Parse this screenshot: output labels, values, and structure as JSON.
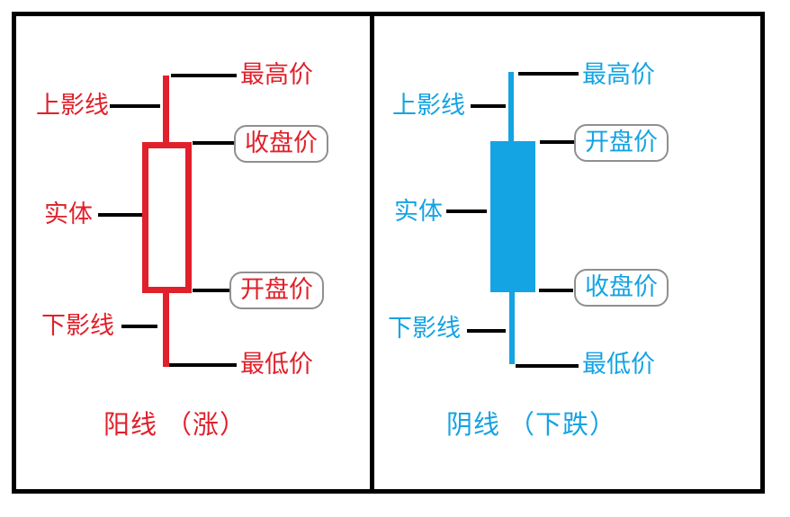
{
  "colors": {
    "bullish": "#e0202a",
    "bearish": "#14a3e3",
    "connector_line": "#000000",
    "label_box_border": "#8f8f8f",
    "background": "#ffffff"
  },
  "bullish_panel": {
    "caption": "阳线 （涨）",
    "high": "最高价",
    "upper_shadow": "上影线",
    "close": "收盘价",
    "body": "实体",
    "open": "开盘价",
    "lower_shadow": "下影线",
    "low": "最低价"
  },
  "bearish_panel": {
    "caption": "阴线 （下跌）",
    "high": "最高价",
    "upper_shadow": "上影线",
    "open": "开盘价",
    "body": "实体",
    "close": "收盘价",
    "lower_shadow": "下影线",
    "low": "最低价"
  }
}
